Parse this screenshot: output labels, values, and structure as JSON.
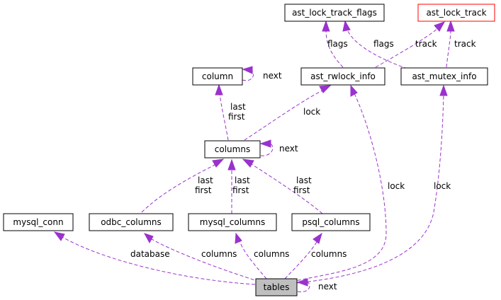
{
  "nodes": {
    "ast_lock_track_flags": "ast_lock_track_flags",
    "ast_lock_track": "ast_lock_track",
    "column": "column",
    "ast_rwlock_info": "ast_rwlock_info",
    "ast_mutex_info": "ast_mutex_info",
    "columns": "columns",
    "mysql_conn": "mysql_conn",
    "odbc_columns": "odbc_columns",
    "mysql_columns": "mysql_columns",
    "psql_columns": "psql_columns",
    "tables": "tables"
  },
  "edge_labels": {
    "column_next": "next",
    "columns_next": "next",
    "tables_next": "next",
    "rwlock_flags": "flags",
    "mutex_flags": "flags",
    "rwlock_track": "track",
    "mutex_track": "track",
    "columns_last": "last",
    "columns_first": "first",
    "columns_lock": "lock",
    "odbc_last": "last",
    "odbc_first": "first",
    "mysql_last": "last",
    "mysql_first": "first",
    "psql_last": "last",
    "psql_first": "first",
    "tables_rwlock": "lock",
    "tables_mutex": "lock",
    "database": "database",
    "odbc_columns_lbl": "columns",
    "mysql_columns_lbl": "columns",
    "psql_columns_lbl": "columns"
  },
  "colors": {
    "edge": "#9a32cd",
    "highlight_fill": "#bfbfbf",
    "red_border": "#ff0000"
  }
}
